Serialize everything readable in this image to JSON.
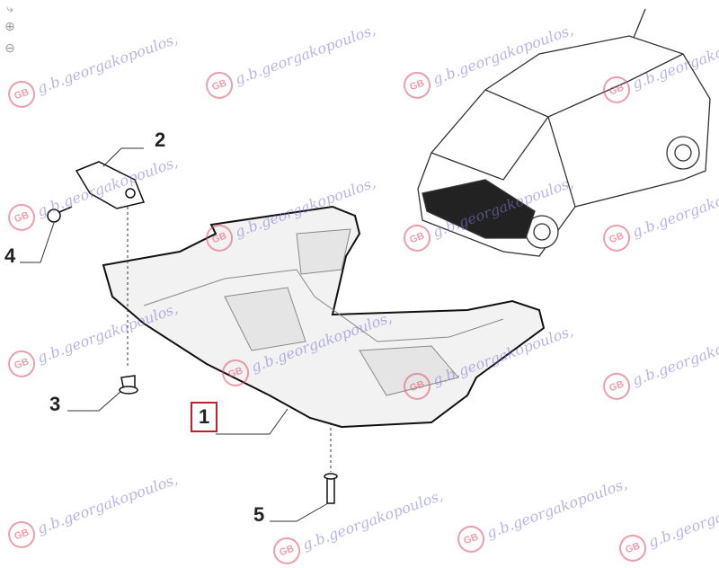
{
  "toolbar": {
    "tools": [
      {
        "icon": "fit-page-icon",
        "glyph": "⤷"
      },
      {
        "icon": "zoom-in-icon",
        "glyph": "⊕"
      },
      {
        "icon": "zoom-out-icon",
        "glyph": "⊖"
      }
    ]
  },
  "watermark": {
    "text": "g.b.georgakopoulos,",
    "logo": "GB",
    "colors": {
      "logo": "#e0506a",
      "text": "#7a7ad0"
    }
  },
  "callouts": [
    {
      "number": "1",
      "highlighted": true,
      "highlight_color": "#c0202a"
    },
    {
      "number": "2"
    },
    {
      "number": "3"
    },
    {
      "number": "4"
    },
    {
      "number": "5"
    }
  ]
}
